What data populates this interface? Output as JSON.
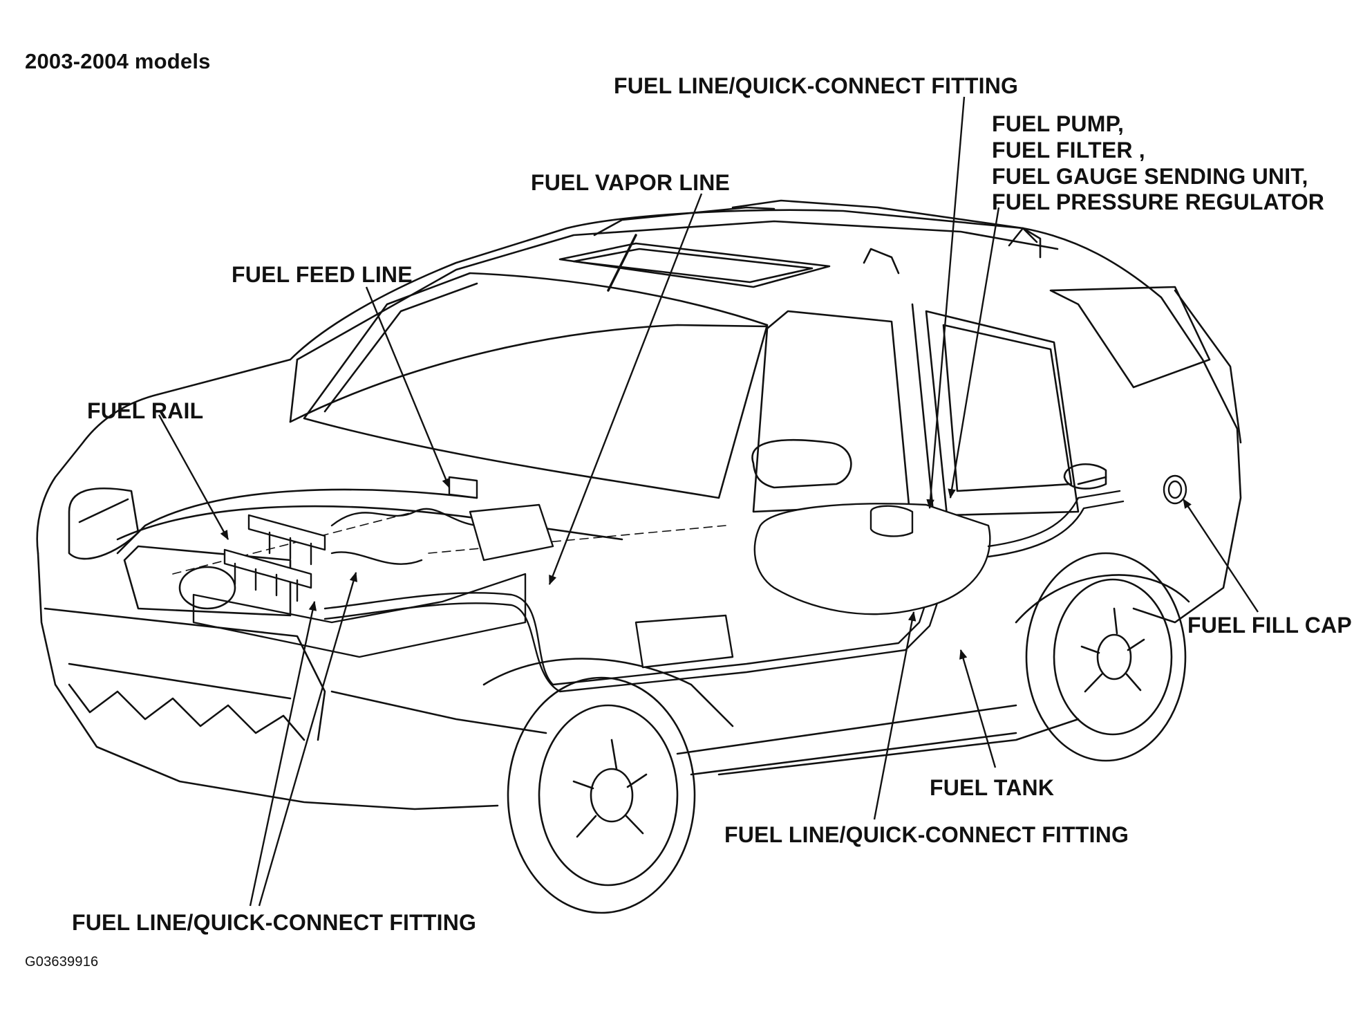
{
  "title": "2003-2004 models",
  "figure_code": "G03639916",
  "labels": {
    "fuel_line_qc_top": "FUEL LINE/QUICK-CONNECT FITTING",
    "fuel_pump": "FUEL PUMP,",
    "fuel_filter": "FUEL FILTER ,",
    "fuel_gauge": "FUEL GAUGE SENDING UNIT,",
    "fuel_pressure_regulator": "FUEL PRESSURE REGULATOR",
    "fuel_vapor_line": "FUEL VAPOR LINE",
    "fuel_feed_line": "FUEL FEED LINE",
    "fuel_rail": "FUEL RAIL",
    "fuel_fill_cap": "FUEL FILL CAP",
    "fuel_tank": "FUEL TANK",
    "fuel_line_qc_mid": "FUEL LINE/QUICK-CONNECT FITTING",
    "fuel_line_qc_bottom": "FUEL LINE/QUICK-CONNECT FITTING"
  }
}
